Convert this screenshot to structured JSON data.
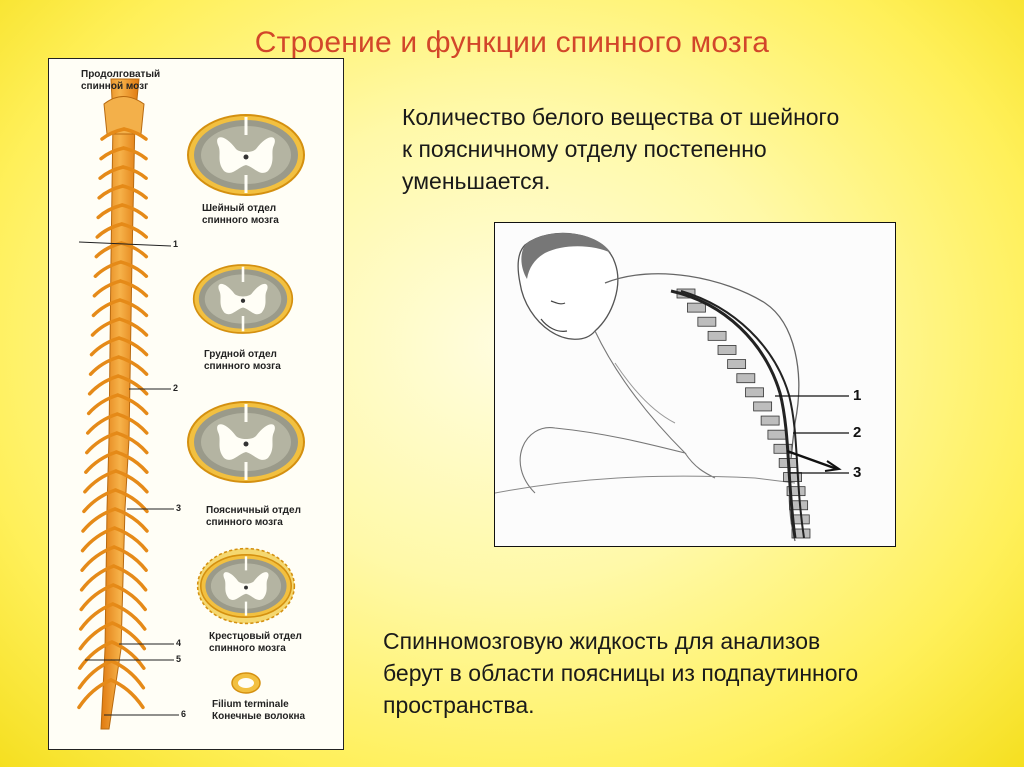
{
  "slide": {
    "title": "Строение и функции спинного мозга",
    "text1": [
      "Количество белого вещества от шейного",
      "к поясничному отделу постепенно",
      "уменьшается."
    ],
    "text2": [
      "Спинномозговую жидкость для анализов",
      "берут в области поясницы из подпаутинного",
      "пространства."
    ]
  },
  "figure_left": {
    "top_label": [
      "Продолговатый",
      "спинной мозг"
    ],
    "sections": [
      {
        "label": [
          "Шейный отдел",
          "спинного мозга"
        ]
      },
      {
        "label": [
          "Грудной отдел",
          "спинного мозга"
        ]
      },
      {
        "label": [
          "Поясничный отдел",
          "спинного мозга"
        ]
      },
      {
        "label": [
          "Крестцовый отдел",
          "спинного мозга"
        ]
      }
    ],
    "filum_label": [
      "Filium terminale",
      "Конечные волокна"
    ],
    "numbers": [
      "1",
      "2",
      "3",
      "4",
      "5",
      "6"
    ]
  },
  "figure_right": {
    "numbers": [
      "1",
      "2",
      "3"
    ]
  }
}
